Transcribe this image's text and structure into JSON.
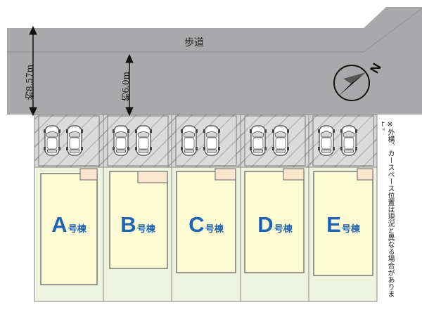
{
  "road": {
    "label": "歩道"
  },
  "dimensions": {
    "total": "約8.57m",
    "front": "約6.0m"
  },
  "compass": {
    "letter": "N"
  },
  "lots": [
    {
      "id": "A",
      "letter": "A",
      "suffix": "号棟"
    },
    {
      "id": "B",
      "letter": "B",
      "suffix": "号棟"
    },
    {
      "id": "C",
      "letter": "C",
      "suffix": "号棟"
    },
    {
      "id": "D",
      "letter": "D",
      "suffix": "号棟"
    },
    {
      "id": "E",
      "letter": "E",
      "suffix": "号棟"
    }
  ],
  "note": "※外構、カースペース位置は現況と異なる場合があります。",
  "colors": {
    "road": "#a9a9ab",
    "lot_fill": "#eef3de",
    "house_fill": "#fdfbd3",
    "porch_fill": "#fbe6cf",
    "parking_fill": "#d9d9d9",
    "text_blue": "#1f63b5"
  }
}
